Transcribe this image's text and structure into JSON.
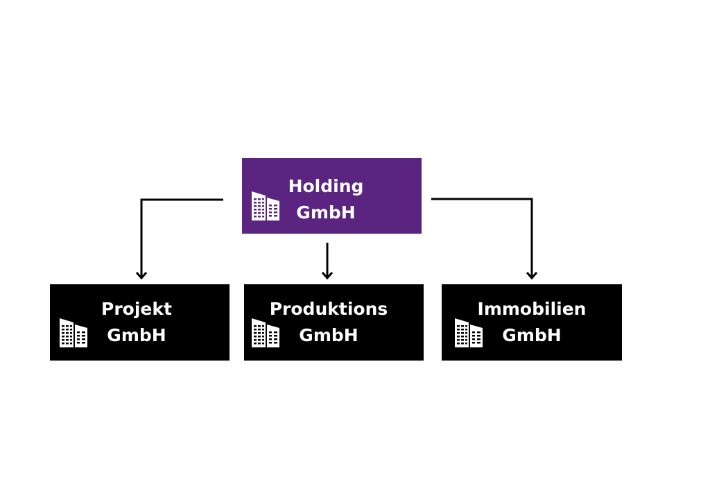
{
  "colors": {
    "holding_fill": "#5b2480",
    "subsidiary_fill": "#000000",
    "text": "#ffffff",
    "connector": "#000000"
  },
  "nodes": {
    "holding": {
      "line1": "Holding",
      "line2": "GmbH",
      "icon": "building-icon"
    },
    "projekt": {
      "line1": "Projekt",
      "line2": "GmbH",
      "icon": "building-icon"
    },
    "produktions": {
      "line1": "Produktions",
      "line2": "GmbH",
      "icon": "building-icon"
    },
    "immobilien": {
      "line1": "Immobilien",
      "line2": "GmbH",
      "icon": "building-icon"
    }
  },
  "edges": [
    {
      "from": "holding",
      "to": "projekt"
    },
    {
      "from": "holding",
      "to": "produktions"
    },
    {
      "from": "holding",
      "to": "immobilien"
    }
  ]
}
